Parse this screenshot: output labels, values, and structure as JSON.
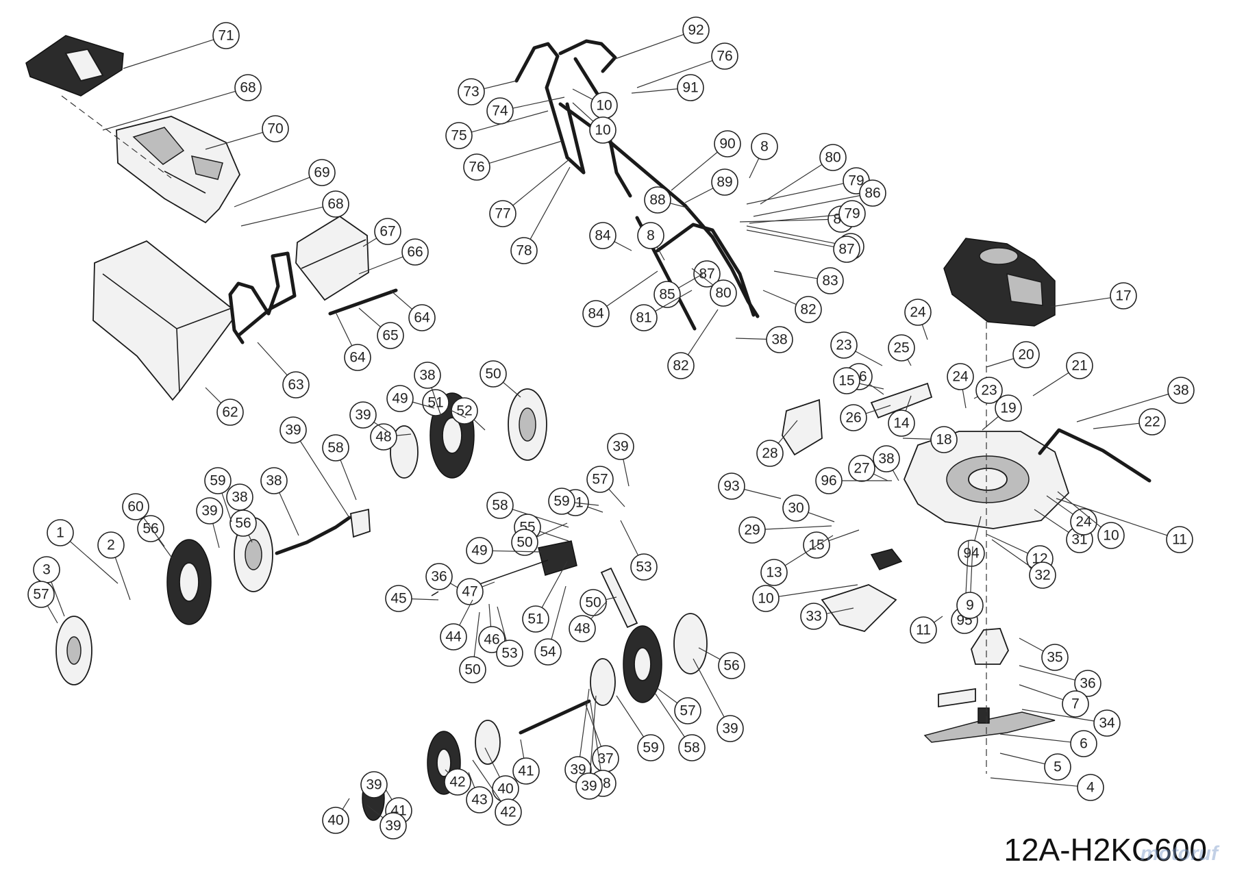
{
  "diagram": {
    "model_code": "12A-H2KC600",
    "watermark": "motoruf",
    "callouts": [
      "71",
      "68",
      "70",
      "69",
      "68",
      "67",
      "66",
      "64",
      "65",
      "64",
      "63",
      "62",
      "92",
      "76",
      "73",
      "91",
      "74",
      "10",
      "75",
      "10",
      "76",
      "90",
      "77",
      "89",
      "78",
      "8",
      "80",
      "79",
      "88",
      "84",
      "8",
      "86",
      "85",
      "86",
      "87",
      "87",
      "79",
      "85",
      "83",
      "80",
      "84",
      "81",
      "82",
      "82",
      "38",
      "17",
      "24",
      "23",
      "25",
      "20",
      "16",
      "24",
      "21",
      "15",
      "23",
      "19",
      "38",
      "26",
      "22",
      "18",
      "14",
      "28",
      "27",
      "38",
      "96",
      "93",
      "30",
      "29",
      "15",
      "94",
      "31",
      "24",
      "10",
      "11",
      "12",
      "13",
      "32",
      "95",
      "10",
      "9",
      "33",
      "11",
      "35",
      "36",
      "7",
      "34",
      "6",
      "5",
      "4",
      "3",
      "2",
      "1",
      "56",
      "39",
      "38",
      "57",
      "39",
      "58",
      "56",
      "38",
      "60",
      "59",
      "39",
      "61",
      "57",
      "58",
      "59",
      "55",
      "53",
      "50",
      "49",
      "50",
      "48",
      "51",
      "54",
      "36",
      "47",
      "45",
      "44",
      "46",
      "53",
      "50",
      "52",
      "51",
      "49",
      "48",
      "50",
      "38",
      "39",
      "56",
      "57",
      "39",
      "58",
      "59",
      "37",
      "39",
      "38",
      "40",
      "41",
      "39",
      "42",
      "43",
      "42",
      "41",
      "39",
      "39",
      "40",
      "39",
      "38",
      "37"
    ]
  }
}
